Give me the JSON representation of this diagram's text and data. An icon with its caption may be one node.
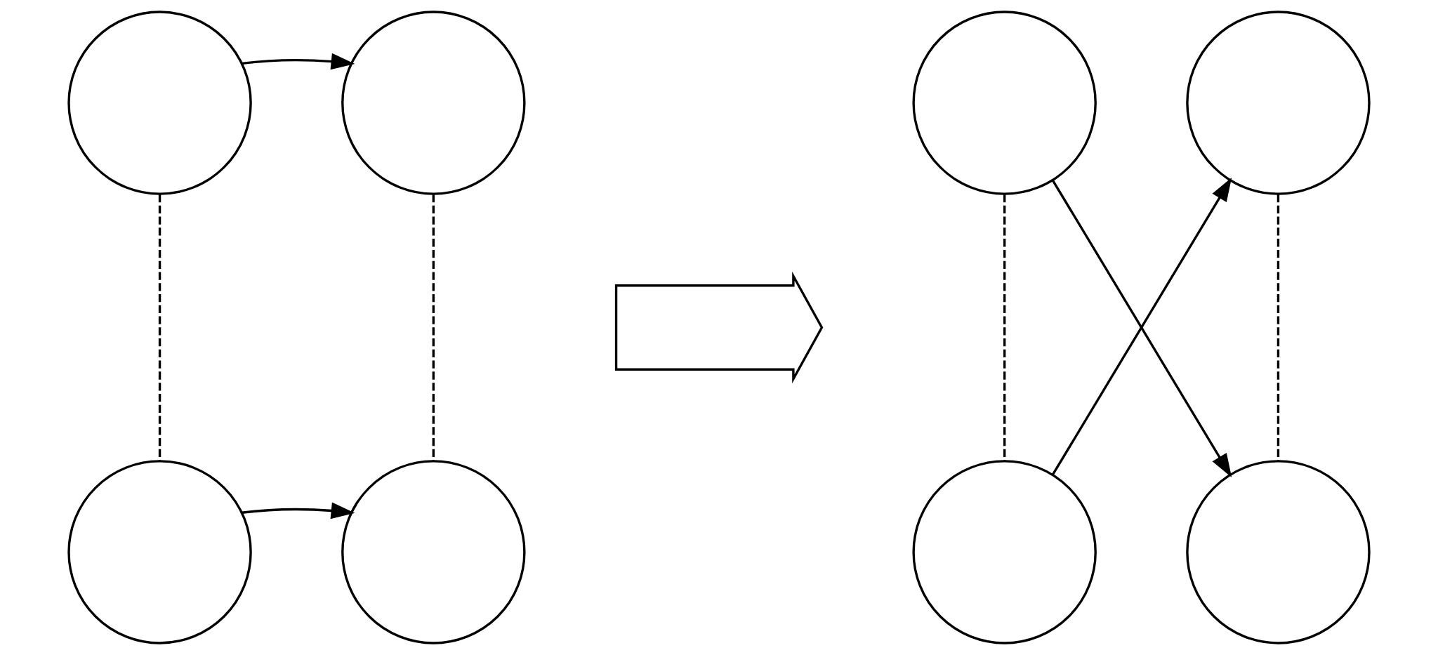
{
  "diagram": {
    "nodes": [
      {
        "text": [],
        "shape": "circle"
      },
      {
        "text": [],
        "shape": "circle"
      },
      {
        "text": [],
        "shape": "circle"
      },
      {
        "text": [],
        "shape": "circle"
      },
      {
        "text": [],
        "shape": "arrow"
      },
      {
        "text": [],
        "shape": "circle"
      },
      {
        "text": [],
        "shape": "circle"
      },
      {
        "text": [],
        "shape": "circle"
      },
      {
        "text": [],
        "shape": "circle"
      }
    ],
    "edges": [
      {
        "from": 0,
        "to": 1,
        "arrow": "to"
      },
      {
        "from": 2,
        "to": 3,
        "arrow": "to"
      },
      {
        "from": 0,
        "to": 2,
        "arrow": "none",
        "style": "dashed"
      },
      {
        "from": 1,
        "to": 3,
        "arrow": "none",
        "style": "dashed"
      },
      {
        "from": 5,
        "to": 8,
        "arrow": "to"
      },
      {
        "from": 7,
        "to": 6,
        "arrow": "to"
      },
      {
        "from": 5,
        "to": 7,
        "arrow": "none",
        "style": "dashed"
      },
      {
        "from": 6,
        "to": 8,
        "arrow": "none",
        "style": "dashed"
      }
    ]
  }
}
